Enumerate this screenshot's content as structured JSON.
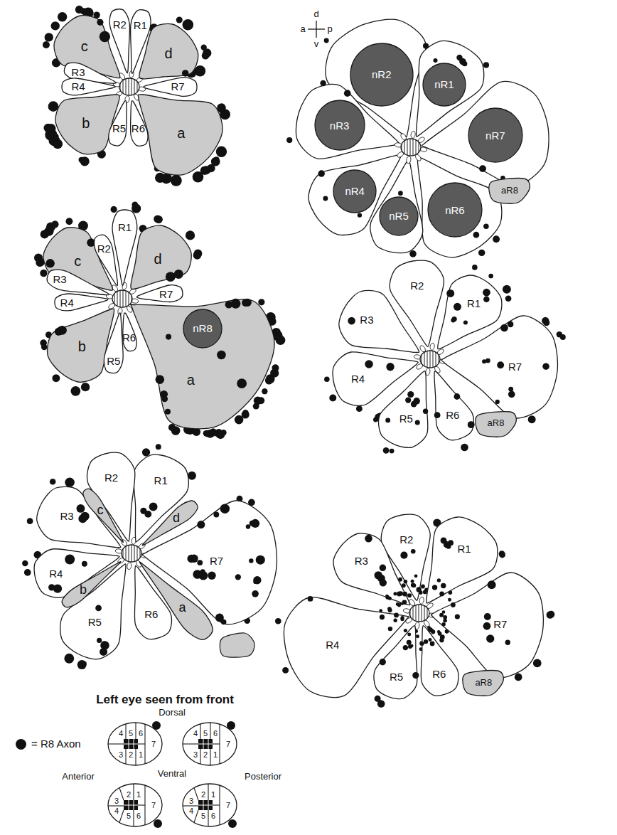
{
  "diagram": {
    "nodes": [
      {
        "text": [
          "c"
        ]
      },
      {
        "text": [
          "d"
        ]
      },
      {
        "text": [
          "b"
        ]
      },
      {
        "text": [
          "a"
        ]
      },
      {
        "text": [
          "R1"
        ]
      },
      {
        "text": [
          "R2"
        ]
      },
      {
        "text": [
          "R3"
        ]
      },
      {
        "text": [
          "R4"
        ]
      },
      {
        "text": [
          "R5"
        ]
      },
      {
        "text": [
          "R6"
        ]
      },
      {
        "text": [
          "R7"
        ]
      },
      {
        "text": [
          "c"
        ]
      },
      {
        "text": [
          "d"
        ]
      },
      {
        "text": [
          "b"
        ]
      },
      {
        "text": [
          "a"
        ]
      },
      {
        "text": [
          "nR8"
        ],
        "in": 14
      },
      {
        "text": [
          "R1"
        ]
      },
      {
        "text": [
          "R2"
        ]
      },
      {
        "text": [
          "R3"
        ]
      },
      {
        "text": [
          "R4"
        ]
      },
      {
        "text": [
          "R5"
        ]
      },
      {
        "text": [
          "R6"
        ]
      },
      {
        "text": [
          "R7"
        ]
      },
      {
        "text": [
          "R1"
        ]
      },
      {
        "text": [
          "R2"
        ]
      },
      {
        "text": [
          "R3"
        ]
      },
      {
        "text": [
          "R4"
        ]
      },
      {
        "text": [
          "R5"
        ]
      },
      {
        "text": [
          "R6"
        ]
      },
      {
        "text": [
          "R7"
        ]
      },
      {
        "text": [
          "c"
        ]
      },
      {
        "text": [
          "d"
        ]
      },
      {
        "text": [
          "b"
        ]
      },
      {
        "text": [
          "a"
        ]
      },
      {
        "text": [
          "nR1"
        ]
      },
      {
        "text": [
          "nR2"
        ]
      },
      {
        "text": [
          "nR3"
        ]
      },
      {
        "text": [
          "nR4"
        ]
      },
      {
        "text": [
          "nR5"
        ]
      },
      {
        "text": [
          "nR6"
        ]
      },
      {
        "text": [
          "nR7"
        ]
      },
      {
        "text": [
          "aR8"
        ]
      },
      {
        "text": [
          "R1"
        ]
      },
      {
        "text": [
          "R2"
        ]
      },
      {
        "text": [
          "R3"
        ]
      },
      {
        "text": [
          "R4"
        ]
      },
      {
        "text": [
          "R5"
        ]
      },
      {
        "text": [
          "R6"
        ]
      },
      {
        "text": [
          "R7"
        ]
      },
      {
        "text": [
          "aR8"
        ]
      },
      {
        "text": [
          "R1"
        ]
      },
      {
        "text": [
          "R2"
        ]
      },
      {
        "text": [
          "R3"
        ]
      },
      {
        "text": [
          "R4"
        ]
      },
      {
        "text": [
          "R5"
        ]
      },
      {
        "text": [
          "R6"
        ]
      },
      {
        "text": [
          "R7"
        ]
      },
      {
        "text": [
          "aR8"
        ]
      }
    ],
    "labels": [
      "d",
      "a",
      "p",
      "v",
      "Left eye seen from front",
      "Dorsal",
      "Anterior",
      "Ventral",
      "Posterior",
      "4",
      "5",
      "6",
      "3",
      "2",
      "1",
      "7",
      "4",
      "5",
      "6",
      "3",
      "2",
      "1",
      "7",
      "2",
      "1",
      "3",
      "4",
      "5",
      "6",
      "7",
      "2",
      "1",
      "3",
      "4",
      "5",
      "6",
      "7"
    ],
    "legend": [
      {
        "text": "= R8 Axon",
        "color": "#111111"
      }
    ]
  }
}
